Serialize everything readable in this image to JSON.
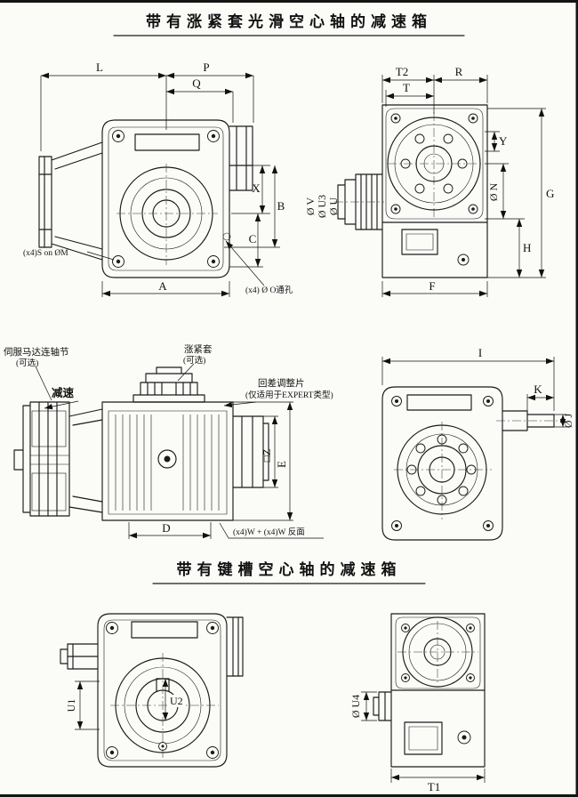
{
  "titles": {
    "top": "带有涨紧套光滑空心轴的减速箱",
    "bottom": "带有键槽空心轴的减速箱"
  },
  "front_view": {
    "dim_L": "L",
    "dim_P": "P",
    "dim_Q": "Q",
    "dim_X": "X",
    "dim_B": "B",
    "dim_C": "C",
    "dim_A": "A",
    "note_s": "(x4)S on ØM",
    "note_o": "(x4) Ø O通孔"
  },
  "side_view": {
    "dim_T2": "T2",
    "dim_R": "R",
    "dim_T": "T",
    "dim_Y": "Y",
    "dim_G": "G",
    "dim_N": "Ø N",
    "dim_H": "H",
    "dim_F": "F",
    "dim_V": "Ø V",
    "dim_U3": "Ø U3",
    "dim_U": "Ø U"
  },
  "assembly_view": {
    "label_servo": "伺服马达连轴节",
    "label_servo_opt": "(可选)",
    "label_reduce": "减速",
    "label_sleeve": "涨紧套",
    "label_sleeve_opt": "(可选)",
    "label_shim": "回差调整片",
    "label_shim_note": "(仅适用于EXPERT类型)",
    "dim_D": "D",
    "dim_E": "E",
    "dim_Z": "□Z",
    "note_w": "(x4)W + (x4)W 反面"
  },
  "rear_view": {
    "dim_I": "I",
    "dim_K": "K",
    "dim_J": "Ø J"
  },
  "keyed_front_view": {
    "dim_U1": "U1",
    "dim_U2": "U2"
  },
  "keyed_side_view": {
    "dim_U4": "Ø U4",
    "dim_T1": "T1"
  }
}
